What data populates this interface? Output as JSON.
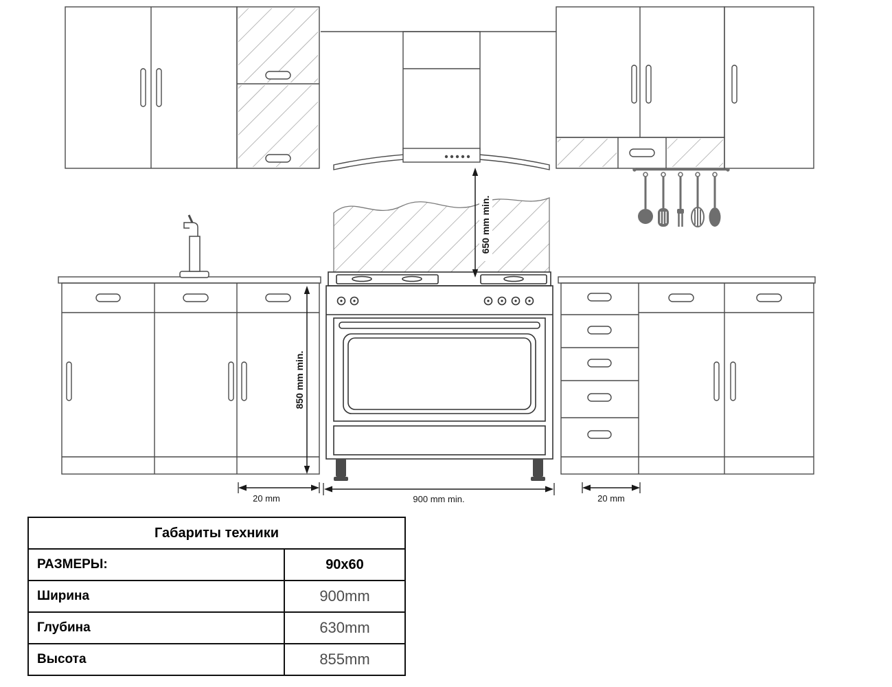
{
  "diagram": {
    "labels": {
      "hood_clearance": "650 mm min.",
      "worktop_height": "850 mm min.",
      "range_width": "900 mm min.",
      "gap_left": "20 mm",
      "gap_right": "20 mm"
    }
  },
  "table": {
    "title": "Габариты техники",
    "rows": [
      {
        "label": "РАЗМЕРЫ:",
        "value": "90x60"
      },
      {
        "label": "Ширина",
        "value": "900mm"
      },
      {
        "label": "Глубина",
        "value": "630mm"
      },
      {
        "label": "Высота",
        "value": "855mm"
      }
    ]
  },
  "colors": {
    "line": "#4a4a4a",
    "dark_line": "#333333",
    "utensil": "#6e6e6e",
    "value_text": "#4c4c4c"
  }
}
